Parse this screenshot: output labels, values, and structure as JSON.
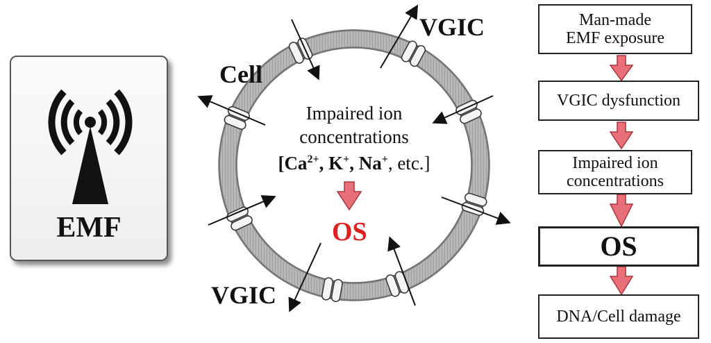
{
  "emf": {
    "label": "EMF",
    "icon": "antenna-icon"
  },
  "cell": {
    "label": "Cell",
    "vgic_top": "VGIC",
    "vgic_bottom": "VGIC",
    "center_line1": "Impaired ion",
    "center_line2": "concentrations",
    "ions": {
      "open": "[",
      "ca": "Ca",
      "ca_charge": "2+",
      "sep1": ", ",
      "k": "K",
      "k_charge": "+",
      "sep2": ", ",
      "na": "Na",
      "na_charge": "+",
      "tail": ", etc.]"
    },
    "os_label": "OS"
  },
  "flow": {
    "step1_line1": "Man-made",
    "step1_line2": "EMF exposure",
    "step2": "VGIC dysfunction",
    "step3_line1": "Impaired ion",
    "step3_line2": "concentrations",
    "step4": "OS",
    "step5": "DNA/Cell damage"
  },
  "colors": {
    "arrow_fill": "#e8707a",
    "arrow_stroke": "#b03038",
    "os_text": "#e0201f",
    "membrane": "#9a9a9a"
  }
}
